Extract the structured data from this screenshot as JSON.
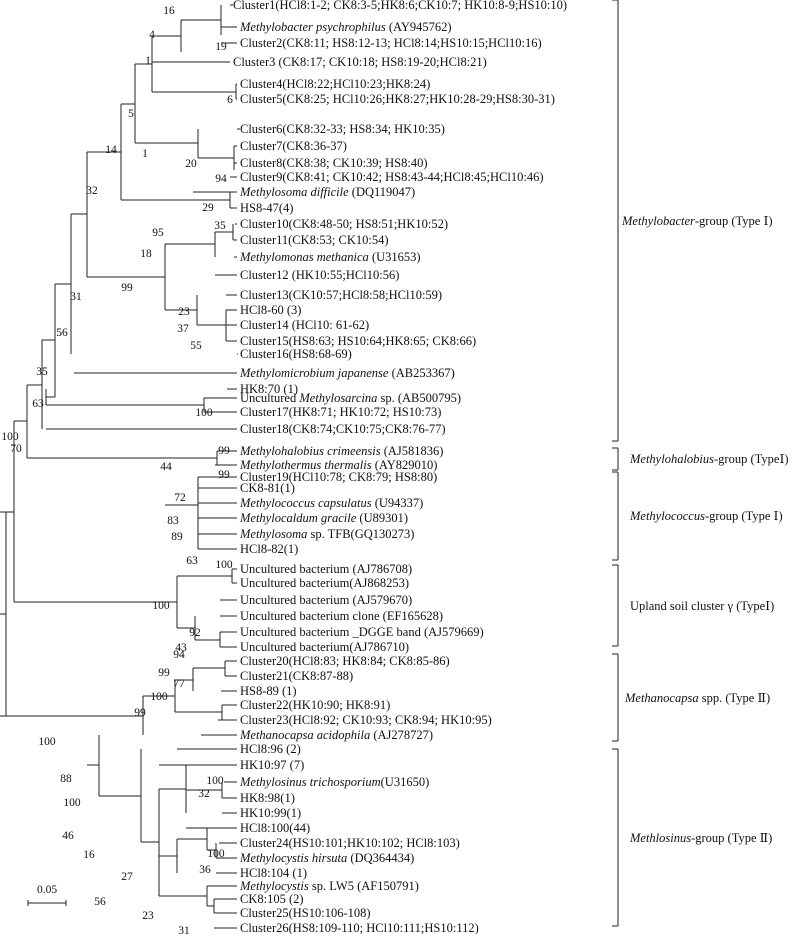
{
  "leaves": [
    {
      "text": "Cluster1(HCl8:1-2; CK8:3-5;HK8:6;CK10:7; HK10:8-9;HS10:10)"
    },
    {
      "italic": "Methylobacter psychrophilus",
      "text": " (AY945762)"
    },
    {
      "text": "Cluster2(CK8:11; HS8:12-13; HCl8:14;HS10:15;HCl10:16)"
    },
    {
      "text": "Cluster3 (CK8:17; CK10:18; HS8:19-20;HCl8:21)"
    },
    {
      "text": "Cluster4(HCl8:22;HCl10:23;HK8:24)"
    },
    {
      "text": "Cluster5(CK8:25; HCl10:26;HK8:27;HK10:28-29;HS8:30-31)"
    },
    {
      "text": "Cluster6(CK8:32-33; HS8:34; HK10:35)"
    },
    {
      "text": "Cluster7(CK8:36-37)"
    },
    {
      "text": "Cluster8(CK8:38; CK10:39; HS8:40)"
    },
    {
      "text": "Cluster9(CK8:41; CK10:42; HS8:43-44;HCl8:45;HCl10:46)"
    },
    {
      "italic": "Methylosoma difficile",
      "text": " (DQ119047)"
    },
    {
      "text": "HS8-47(4)"
    },
    {
      "text": "Cluster10(CK8:48-50; HS8:51;HK10:52)"
    },
    {
      "text": "Cluster11(CK8:53; CK10:54)"
    },
    {
      "italic": "Methylomonas methanica",
      "text": " (U31653)"
    },
    {
      "text": "Cluster12 (HK10:55;HCl10:56)"
    },
    {
      "text": "Cluster13(CK10:57;HCl8:58;HCl10:59)"
    },
    {
      "text": "HCl8-60 (3)"
    },
    {
      "text": "Cluster14 (HCl10: 61-62)"
    },
    {
      "text": "Cluster15(HS8:63; HS10:64;HK8:65; CK8:66)"
    },
    {
      "text": "Cluster16(HS8:68-69)"
    },
    {
      "italic": "Methylomicrobium japanense",
      "text": " (AB253367)"
    },
    {
      "text": "HK8:70 (1)"
    },
    {
      "pre": "Uncultured ",
      "italic": "Methylosarcina",
      "text": " sp. (AB500795)"
    },
    {
      "text": "Cluster17(HK8:71; HK10:72; HS10:73)"
    },
    {
      "text": "Cluster18(CK8:74;CK10:75;CK8:76-77)"
    },
    {
      "italic": "Methylohalobius crimeensis",
      "text": " (AJ581836)"
    },
    {
      "italic": "Methylothermus thermalis",
      "text": " (AY829010)"
    },
    {
      "text": "Cluster19(HCl10:78; CK8:79; HS8:80)"
    },
    {
      "text": "CK8-81(1)"
    },
    {
      "italic": "Methylococcus capsulatus",
      "text": " (U94337)"
    },
    {
      "italic": "Methylocaldum gracile",
      "text": " (U89301)"
    },
    {
      "italic": "Methylosoma",
      "text": " sp. TFB(GQ130273)"
    },
    {
      "text": "HCl8-82(1)"
    },
    {
      "text": "Uncultured bacterium (AJ786708)"
    },
    {
      "text": "Uncultured bacterium(AJ868253)"
    },
    {
      "text": "Uncultured bacterium (AJ579670)"
    },
    {
      "text": "Uncultured bacterium clone (EF165628)"
    },
    {
      "text": "Uncultured bacterium _DGGE band (AJ579669)"
    },
    {
      "text": "Uncultured bacterium(AJ786710)"
    },
    {
      "text": "Cluster20(HCl8:83; HK8:84; CK8:85-86)"
    },
    {
      "text": "Cluster21(CK8:87-88)"
    },
    {
      "text": "HS8-89 (1)"
    },
    {
      "text": "Cluster22(HK10:90; HK8:91)"
    },
    {
      "text": "Cluster23(HCl8:92; CK10:93; CK8:94; HK10:95)"
    },
    {
      "italic": "Methanocapsa acidophila",
      "text": " (AJ278727)"
    },
    {
      "text": "HCl8:96 (2)"
    },
    {
      "text": "HK10:97 (7)"
    },
    {
      "italic": "Methylosinus trichosporium",
      "text": "(U31650)"
    },
    {
      "text": "HK8:98(1)"
    },
    {
      "text": "HK10:99(1)"
    },
    {
      "text": "HCl8:100(44)"
    },
    {
      "text": "Cluster24(HS10:101;HK10:102; HCl8:103)"
    },
    {
      "italic": "Methylocystis hirsuta",
      "text": " (DQ364434)"
    },
    {
      "text": "HCl8:104 (1)"
    },
    {
      "italic": "Methylocystis",
      "text": " sp. LW5 (AF150791)"
    },
    {
      "text": "CK8:105 (2)"
    },
    {
      "text": "Cluster25(HS10:106-108)"
    },
    {
      "text": "Cluster26(HS8:109-110; HCl10:111;HS10:112)"
    }
  ],
  "bootstrap": [
    "16",
    "4",
    "19",
    "1",
    "6",
    "5",
    "1",
    "20",
    "94",
    "14",
    "32",
    "29",
    "35",
    "95",
    "18",
    "99",
    "23",
    "37",
    "55",
    "31",
    "56",
    "35",
    "63",
    "100",
    "100",
    "70",
    "99",
    "44",
    "99",
    "72",
    "83",
    "89",
    "63",
    "100",
    "100",
    "92",
    "43",
    "94",
    "99",
    "77",
    "100",
    "99",
    "100",
    "88",
    "100",
    "32",
    "100",
    "46",
    "16",
    "100",
    "36",
    "27",
    "56",
    "23",
    "31"
  ],
  "groups": [
    {
      "italic": "Methylobacter",
      "text": "-group (Type Ⅰ)"
    },
    {
      "italic": "Methylohalobius",
      "text": "-group (TypeⅠ)"
    },
    {
      "italic": "Methylococcus",
      "text": "-group (Type Ⅰ)"
    },
    {
      "italic": "",
      "text": "Upland soil cluster γ (TypeⅠ)"
    },
    {
      "italic": "Methanocapsa",
      "text": " spp. (Type Ⅱ)"
    },
    {
      "italic": "Methlosinus",
      "text": "-group (Type Ⅱ)"
    }
  ],
  "scale": {
    "label": "0.05"
  }
}
